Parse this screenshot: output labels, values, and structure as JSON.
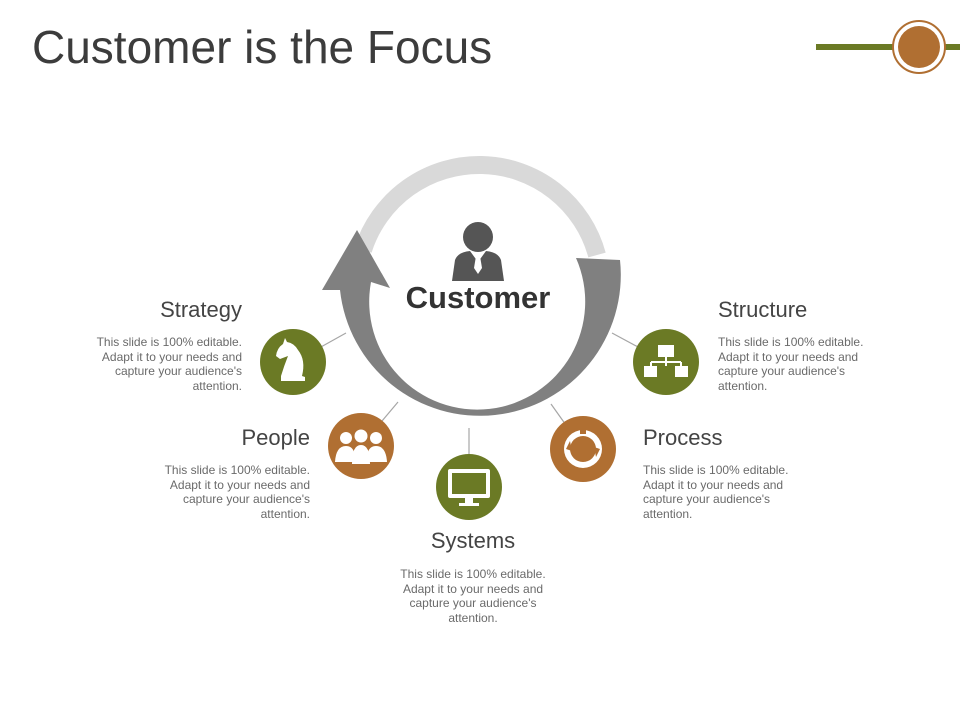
{
  "title": "Customer is the Focus",
  "center": {
    "label": "Customer",
    "icon": "businessman-icon"
  },
  "colors": {
    "olive": "#6b7a25",
    "brown": "#b06f32",
    "ring_gray": "#808080",
    "ring_light": "#d9d9d9"
  },
  "items": [
    {
      "title": "Strategy",
      "description": "This slide is 100% editable. Adapt it to your needs and capture your audience's attention.",
      "icon": "chess-knight-icon",
      "color": "#6b7a25"
    },
    {
      "title": "People",
      "description": "This slide is 100% editable. Adapt it to your needs and capture your audience's attention.",
      "icon": "team-people-icon",
      "color": "#b06f32"
    },
    {
      "title": "Systems",
      "description": "This slide is 100% editable. Adapt it to your needs and capture your audience's attention.",
      "icon": "computer-monitor-icon",
      "color": "#6b7a25"
    },
    {
      "title": "Process",
      "description": "This slide is 100% editable. Adapt it to your needs and capture your audience's attention.",
      "icon": "cycle-process-icon",
      "color": "#b06f32"
    },
    {
      "title": "Structure",
      "description": "This slide is 100% editable. Adapt it to your needs and capture your audience's attention.",
      "icon": "org-chart-icon",
      "color": "#6b7a25"
    }
  ]
}
